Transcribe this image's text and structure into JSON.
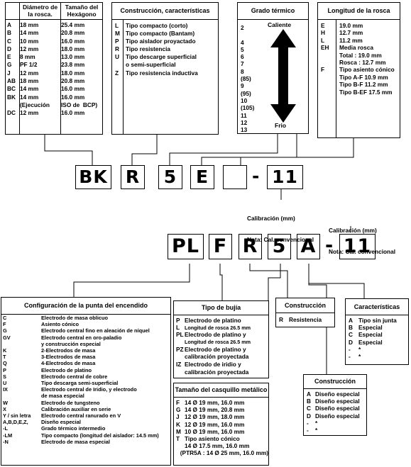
{
  "diameter_table": {
    "header_diameter": "Diámetro de la rosca.",
    "header_hex": "Tamaño del Hexágono",
    "rows": [
      {
        "code": "A",
        "diameter": "18 mm",
        "hex": "25.4 mm"
      },
      {
        "code": "B",
        "diameter": "14 mm",
        "hex": "20.8 mm"
      },
      {
        "code": "C",
        "diameter": "10 mm",
        "hex": "16.0 mm"
      },
      {
        "code": "D",
        "diameter": "12 mm",
        "hex": "18.0 mm"
      },
      {
        "code": "E",
        "diameter": "8 mm",
        "hex": "13.0 mm"
      },
      {
        "code": "G",
        "diameter": "PF 1/2",
        "hex": "23.8 mm"
      },
      {
        "code": "J",
        "diameter": "12 mm",
        "hex": "18.0 mm"
      },
      {
        "code": "AB",
        "diameter": "18 mm",
        "hex": "20.8 mm"
      },
      {
        "code": "BC",
        "diameter": "14 mm",
        "hex": "16.0 mm"
      },
      {
        "code": "BK",
        "diameter": "14 mm",
        "hex": "16.0 mm"
      },
      {
        "code": "",
        "diameter": "(Ejecución",
        "hex": "ISO de  BCP)"
      },
      {
        "code": "DC",
        "diameter": "12 mm",
        "hex": "16.0 mm"
      }
    ]
  },
  "construction_top": {
    "title": "Construcción, características",
    "rows": [
      {
        "code": "L",
        "text": "Tipo compacto (corto)"
      },
      {
        "code": "M",
        "text": "Tipo compacto (Bantam)"
      },
      {
        "code": "P",
        "text": "Tipo aislador proyactado"
      },
      {
        "code": "R",
        "text": "Tipo resistencia"
      },
      {
        "code": "U",
        "text": "Tipo descarge superficial"
      },
      {
        "code": "",
        "text": "o semi-superficial"
      },
      {
        "code": "Z",
        "text": "Tipo resistencia inductiva"
      }
    ]
  },
  "heat_range": {
    "title": "Grado térmico",
    "hot_label": "Caliente",
    "cold_label": "Frio",
    "values": [
      "2",
      "",
      "4",
      "5",
      "6",
      "7",
      "8",
      "(85)",
      "9",
      "(95)",
      "10",
      "(105)",
      "11",
      "12",
      "13"
    ]
  },
  "thread_length": {
    "title": "Longitud de la rosca",
    "rows": [
      {
        "code": "E",
        "text": "19.0 mm"
      },
      {
        "code": "H",
        "text": "12.7 mm"
      },
      {
        "code": "L",
        "text": "11.2 mm"
      },
      {
        "code": "EH",
        "text": "Media rosca"
      },
      {
        "code": "",
        "text": "Total : 19.0 mm"
      },
      {
        "code": "",
        "text": "Rosca : 12.7 mm"
      },
      {
        "code": "F",
        "text": "Tipo asiento cónico"
      },
      {
        "code": "",
        "text": "Tipo A-F 10.9 mm"
      },
      {
        "code": "",
        "text": "Tipo B-F 11.2 mm"
      },
      {
        "code": "",
        "text": "Tipo B-EF 17.5 mm"
      }
    ]
  },
  "code1": {
    "p1": "BK",
    "p2": "R",
    "p3": "5",
    "p4": "E",
    "p5": "",
    "p6": "11",
    "dash": "-"
  },
  "calib1": {
    "line1": "Calibración (mm)",
    "line2": "Nota: Cal. convencional"
  },
  "calib2": {
    "line1": "Calibración (mm)",
    "line2": "Nota: Cal. convencional"
  },
  "code2": {
    "p1": "PL",
    "p2": "F",
    "p3": "R",
    "p4": "5",
    "p5": "A",
    "p6": "11",
    "dash": "-"
  },
  "tip_config": {
    "title": "Configuración de la punta del encendido",
    "rows": [
      {
        "code": "C",
        "text": "Electrodo de masa oblicuo"
      },
      {
        "code": "F",
        "text": "Asiento cónico"
      },
      {
        "code": "G",
        "text": "Electrodo central fino en aleación de níquel"
      },
      {
        "code": "GV",
        "text": "Electrodo central en oro-paladio"
      },
      {
        "code": "",
        "text": "y construcción especial"
      },
      {
        "code": "K",
        "text": "2-Electrodos de masa"
      },
      {
        "code": "",
        "text": ""
      },
      {
        "code": "T",
        "text": "3-Electrodos de masa"
      },
      {
        "code": "Q",
        "text": "4-Electrodos de masa"
      },
      {
        "code": "P",
        "text": "Electrodo de platino"
      },
      {
        "code": "S",
        "text": "Electrodo central de cobre"
      },
      {
        "code": "U",
        "text": "Tipo descarga semi-superficial"
      },
      {
        "code": "",
        "text": ""
      },
      {
        "code": "IX",
        "text": "Electrodo central de Iridio, y electrodo"
      },
      {
        "code": "",
        "text": "de masa especial"
      },
      {
        "code": "W",
        "text": "Electrodo de tungsteno"
      },
      {
        "code": "X",
        "text": "Calibración auxiliar en serie"
      },
      {
        "code": "Y / sin letra",
        "text": "Electrodo central ranurado en V"
      },
      {
        "code": "A,B,D,E,Z,",
        "text": "Diseño especial"
      },
      {
        "code": "-L",
        "text": "Grado térmico intermedio"
      },
      {
        "code": "-LM",
        "text": "Tipo compacto (longitud del aislador: 14.5 mm)"
      },
      {
        "code": "-N",
        "text": "Electrodo de masa especial"
      }
    ]
  },
  "plug_type": {
    "title": "Tipo de bujía",
    "rows": [
      {
        "code": "P",
        "text": "Electrodo de platino",
        "small": false
      },
      {
        "code": "L",
        "text": "Longitud de rosca 26.5 mm",
        "small": true
      },
      {
        "code": "PL",
        "text": "Electrodo de platino y",
        "small": false
      },
      {
        "code": "",
        "text": "Longitud de rosca 26.5 mm",
        "small": true
      },
      {
        "code": "PZ",
        "text": "Electrodo de platino y",
        "small": false
      },
      {
        "code": "",
        "text": "calibración proyectada",
        "small": false
      },
      {
        "code": "IZ",
        "text": "Electrodo de iridio y",
        "small": false
      },
      {
        "code": "",
        "text": "calibración proyectada",
        "small": false
      }
    ]
  },
  "construction_mid": {
    "title": "Construcción",
    "rows": [
      {
        "code": "R",
        "text": "Resistencia"
      }
    ]
  },
  "characteristics": {
    "title": "Características",
    "rows": [
      {
        "code": "A",
        "text": "Tipo sin junta"
      },
      {
        "code": "B",
        "text": "Especial"
      },
      {
        "code": "C",
        "text": "Especial"
      },
      {
        "code": "D",
        "text": "Especial"
      },
      {
        "code": "-",
        "text": "*"
      },
      {
        "code": "-",
        "text": "*"
      }
    ]
  },
  "shell_size": {
    "title": "Tamaño del casquillo metálico",
    "rows": [
      {
        "code": "F",
        "text": "14 Ø 19 mm, 16.0 mm"
      },
      {
        "code": "G",
        "text": "14 Ø 19 mm, 20.8 mm"
      },
      {
        "code": "J",
        "text": "12 Ø 19 mm, 18.0 mm"
      },
      {
        "code": "K",
        "text": "12 Ø 19 mm, 16.0 mm"
      },
      {
        "code": "M",
        "text": "10 Ø 19 mm, 16.0 mm"
      },
      {
        "code": "T",
        "text": "Tipo asiento cónico"
      },
      {
        "code": "",
        "text": "14 Ø 17.5 mm, 16.0 mm"
      },
      {
        "code": "",
        "text": ""
      },
      {
        "code": "",
        "text": "(PTR5A : 14 Ø 25 mm, 16.0 mm)"
      }
    ]
  },
  "construction_bottom": {
    "title": "Construcción",
    "rows": [
      {
        "code": "A",
        "text": "Diseño especial"
      },
      {
        "code": "B",
        "text": "Diseño especial"
      },
      {
        "code": "C",
        "text": "Diseño especial"
      },
      {
        "code": "D",
        "text": "Diseño especial"
      },
      {
        "code": "-",
        "text": "*"
      },
      {
        "code": "-",
        "text": "*"
      }
    ]
  }
}
